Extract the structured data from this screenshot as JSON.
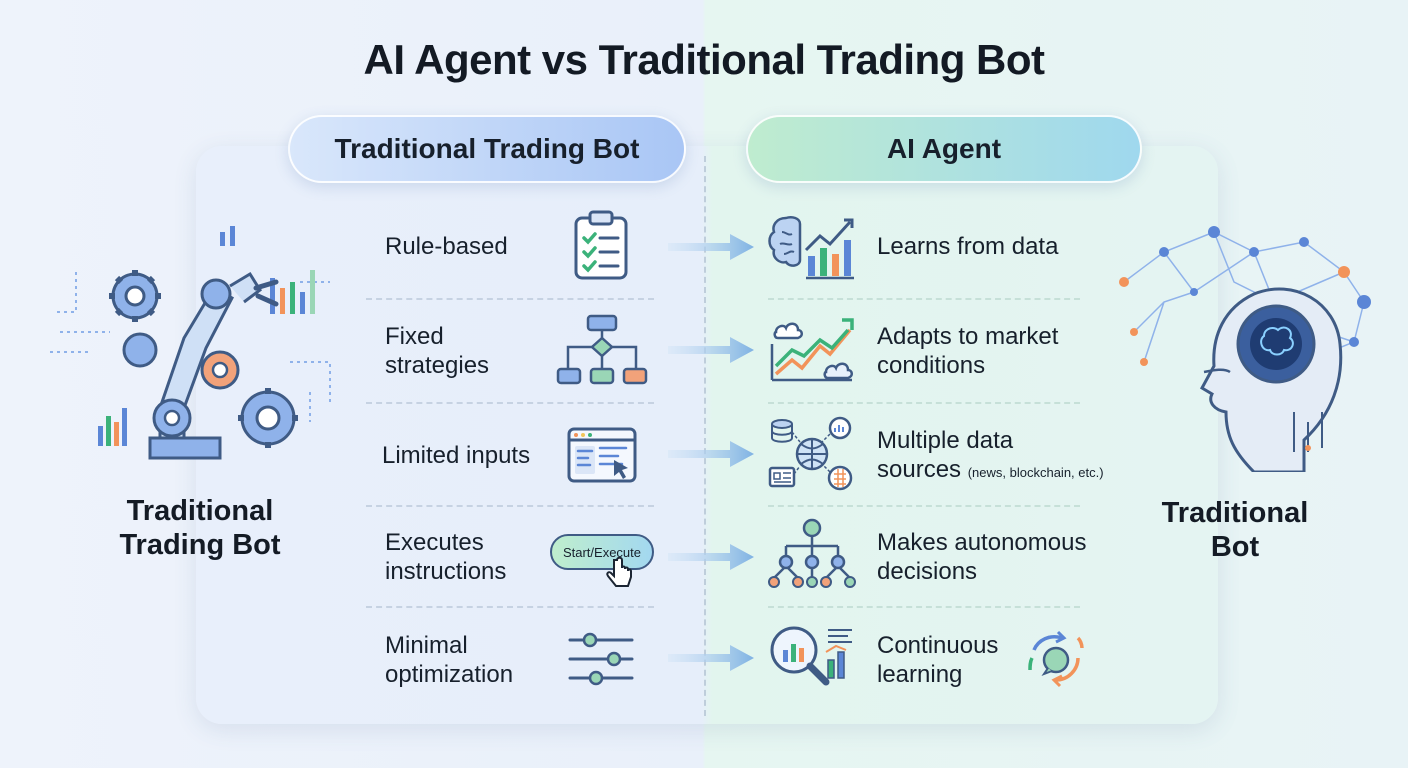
{
  "title": "AI Agent vs Traditional Trading Bot",
  "left_header": "Traditional Trading Bot",
  "right_header": "AI Agent",
  "left_side_label": [
    "Traditional",
    "Trading Bot"
  ],
  "right_side_label": [
    "Traditional",
    "Bot"
  ],
  "rows": [
    {
      "left_lines": [
        "Rule-based"
      ],
      "left_icon": "checklist-icon",
      "right_lines": [
        "Learns from data"
      ],
      "right_note": "",
      "right_icon": "brain-chart-icon"
    },
    {
      "left_lines": [
        "Fixed",
        "strategies"
      ],
      "left_icon": "flowchart-icon",
      "right_lines": [
        "Adapts to market",
        "conditions"
      ],
      "right_note": "",
      "right_icon": "trend-weather-icon"
    },
    {
      "left_lines": [
        "Limited inputs"
      ],
      "left_icon": "browser-window-icon",
      "right_lines": [
        "Multiple data",
        "sources"
      ],
      "right_note": "(news, blockchain, etc.)",
      "right_icon": "data-sources-icon"
    },
    {
      "left_lines": [
        "Executes",
        "instructions"
      ],
      "left_icon": "execute-button-icon",
      "left_button_label": "Start/Execute",
      "right_lines": [
        "Makes autonomous",
        "decisions"
      ],
      "right_note": "",
      "right_icon": "decision-tree-icon"
    },
    {
      "left_lines": [
        "Minimal",
        "optimization"
      ],
      "left_icon": "sliders-icon",
      "right_lines": [
        "Continuous",
        "learning"
      ],
      "right_note": "",
      "right_icon": "magnifier-chart-icon",
      "right_extra_icon": "refresh-cycle-icon"
    }
  ],
  "colors": {
    "left_accent": "#5b86d6",
    "right_accent": "#49b8a0",
    "arrow": "#7fb2e3",
    "orange": "#f2935a"
  },
  "art": {
    "left": "robotic-arm-gears-icon",
    "right": "ai-head-network-icon"
  }
}
